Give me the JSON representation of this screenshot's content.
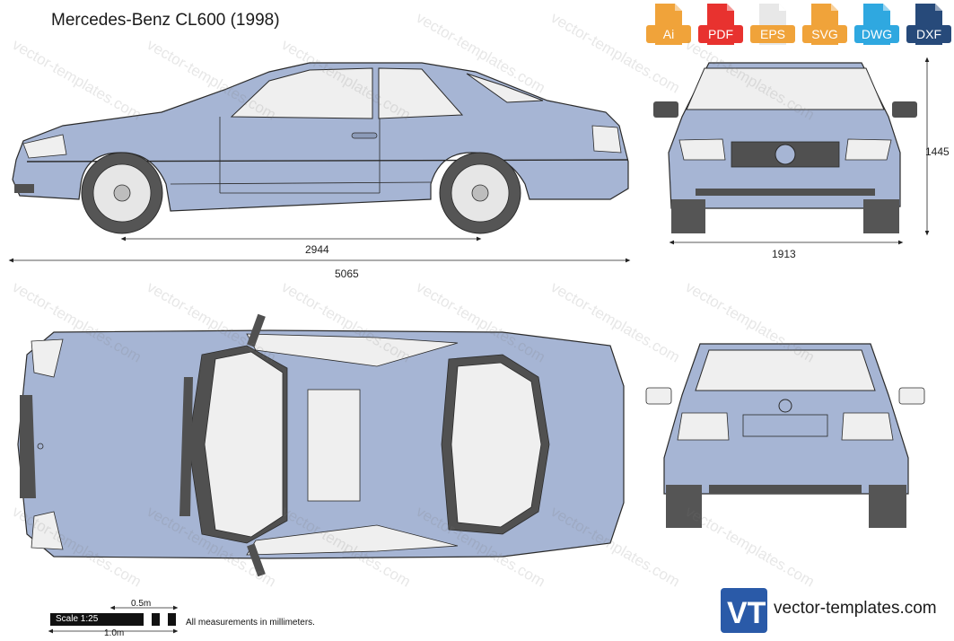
{
  "page": {
    "title": "Mercedes-Benz CL600 (1998)"
  },
  "formats": [
    {
      "label": "Ai",
      "color": "#f0a33a"
    },
    {
      "label": "PDF",
      "color": "#e8322f"
    },
    {
      "label": "EPS",
      "color": "#f0a33a"
    },
    {
      "label": "SVG",
      "color": "#f0a33a"
    },
    {
      "label": "DWG",
      "color": "#2fa8e0"
    },
    {
      "label": "DXF",
      "color": "#274a7a"
    }
  ],
  "dimensions": {
    "wheelbase": "2944",
    "length": "5065",
    "height": "1445",
    "width": "1913"
  },
  "scale": {
    "label": "Scale 1:25",
    "top_label": "0.5m",
    "bottom_label": "1.0m"
  },
  "note": "All measurements in millimeters.",
  "brand": {
    "logo": "VT",
    "site": "vector-templates.com"
  },
  "watermark": "vector-templates.com",
  "colors": {
    "body": "#a6b5d4",
    "outline": "#2b2b2b",
    "glass": "#efefef",
    "tire": "#555555",
    "dark": "#505050"
  }
}
